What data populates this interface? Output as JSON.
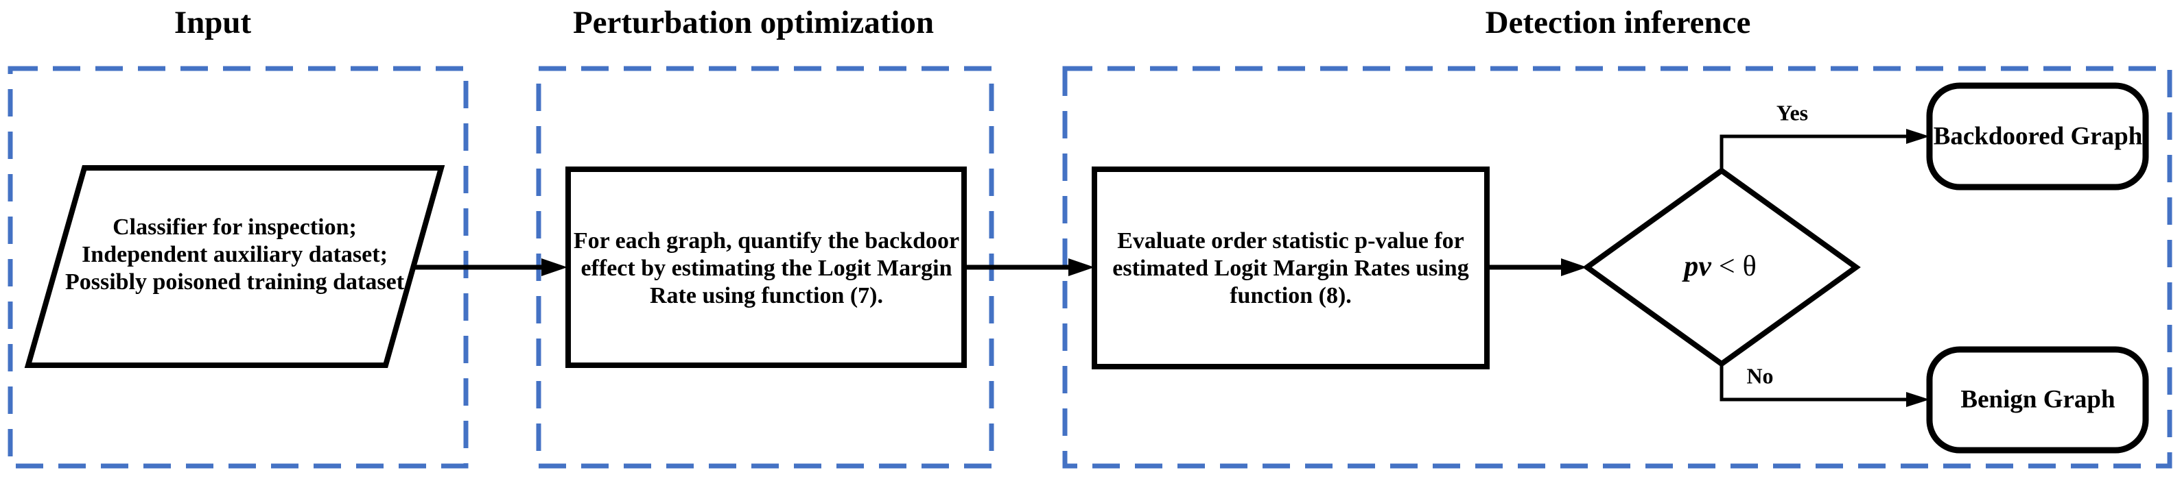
{
  "titles": {
    "input": "Input",
    "perturbation": "Perturbation optimization",
    "detection": "Detection inference"
  },
  "nodes": {
    "input": {
      "line1": "Classifier for inspection;",
      "line2": "Independent auxiliary dataset;",
      "line3": "Possibly poisoned training dataset"
    },
    "perturbation": {
      "line1": "For each graph, quantify the backdoor",
      "line2": "effect by estimating the Logit Margin",
      "line3": "Rate using function (7)."
    },
    "inference": {
      "line1": "Evaluate order statistic p-value for",
      "line2": "estimated Logit Margin Rates using",
      "line3": "function (8)."
    },
    "decision": {
      "variable": "pv",
      "operator": "<",
      "threshold": "θ"
    },
    "backdoored": {
      "label": "Backdoored Graph"
    },
    "benign": {
      "label": "Benign Graph"
    }
  },
  "edges": {
    "yes": "Yes",
    "no": "No"
  },
  "colors": {
    "dashed_border": "#4472C4",
    "shape_stroke": "#000000",
    "text": "#000000",
    "background": "#FFFFFF"
  }
}
